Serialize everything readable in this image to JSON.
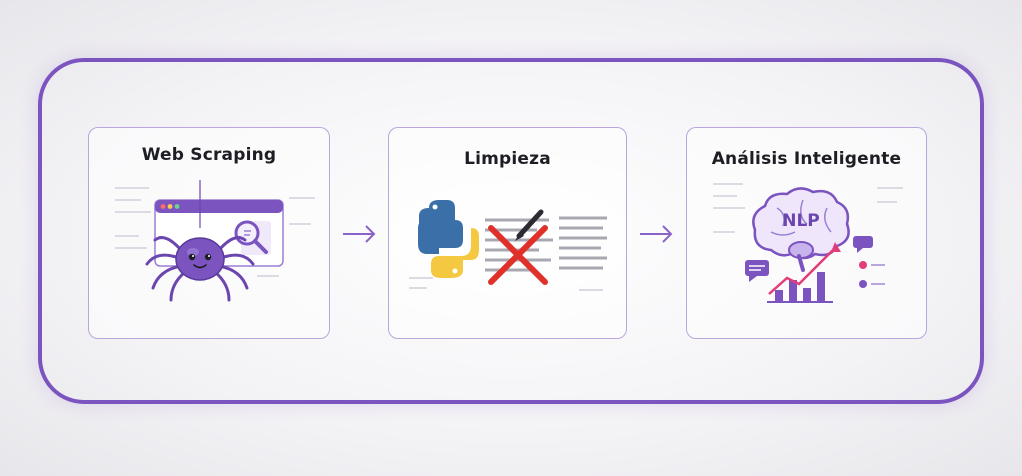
{
  "stages": [
    {
      "title": "Web Scraping",
      "icon": "spider-browser-icon"
    },
    {
      "title": "Limpieza",
      "icon": "python-cleaning-icon"
    },
    {
      "title": "Análisis Inteligente",
      "icon": "nlp-brain-chart-icon"
    }
  ],
  "brain_label": "NLP",
  "colors": {
    "accent": "#7b54c0",
    "card_border": "#b9a6de",
    "error": "#e0302a"
  }
}
